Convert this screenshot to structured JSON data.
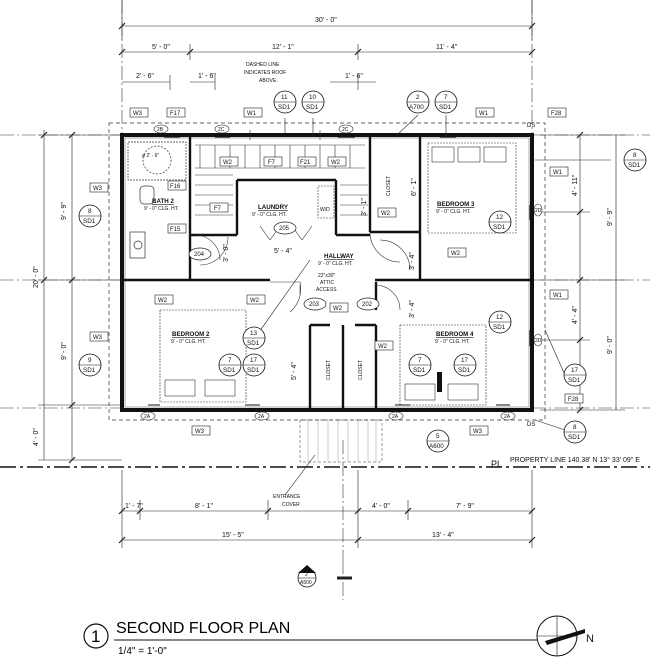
{
  "dims": {
    "overall_width": "30' - 0\"",
    "top_segments": [
      "5' - 0\"",
      "12' - 1\"",
      "11' - 4\""
    ],
    "small_26": "2' - 6\"",
    "small_16a": "1' - 6\"",
    "small_16b": "1' - 6\"",
    "left_99": "9' - 9\"",
    "left_200": "20' - 0\"",
    "left_90": "9' - 0\"",
    "left_40": "4' - 0\"",
    "right_411": "4' - 11\"",
    "right_99": "9' - 9\"",
    "right_44": "4' - 4\"",
    "right_90": "9' - 0\"",
    "bottom_17": "1' - 7\"",
    "bottom_81": "8' - 1\"",
    "bottom_40": "4' - 0\"",
    "bottom_79": "7' - 9\"",
    "bottom_155": "15' - 5\"",
    "bottom_134": "13' - 4\"",
    "int_61": "6' - 1\"",
    "int_30": "3' - 0\"",
    "int_31": "3' - 1\"",
    "int_54a": "5' - 4\"",
    "int_54b": "5' - 4\"",
    "int_34a": "3' - 4\"",
    "int_34b": "3' - 4\"",
    "bath_26": "ø 2' - 6\""
  },
  "notes": {
    "dashed_line": [
      "DASHED LINE",
      "INDICATES ROOF",
      "ABOVE."
    ],
    "entrance": [
      "ENTRANCE",
      "COVER"
    ],
    "attic": [
      "22\"x30\"",
      "ATTIC",
      "ACCESS"
    ],
    "property_line": "PROPERTY LINE  140.38'   N 13° 33' 09\" E",
    "wd": "W/D"
  },
  "rooms": {
    "laundry": {
      "name": "LAUNDRY",
      "ht": "9' - 0\" CLG. HT."
    },
    "bath2": {
      "name": "BATH 2",
      "ht": "9' - 0\" CLG. HT."
    },
    "bedroom3": {
      "name": "BEDROOM 3",
      "ht": "9' - 0\" CLG. HT."
    },
    "hallway": {
      "name": "HALLWAY",
      "ht": "9' - 0\" CLG. HT."
    },
    "bedroom2": {
      "name": "BEDROOM 2",
      "ht": "9' - 0\" CLG. HT."
    },
    "bedroom4": {
      "name": "BEDROOM 4",
      "ht": "9' - 0\" CLG. HT."
    },
    "closet": "CLOSET"
  },
  "doors": {
    "d204": "204",
    "d205": "205",
    "d203": "203",
    "d202": "202"
  },
  "tags": {
    "w1": "W1",
    "w2": "W2",
    "w3": "W3",
    "f7": "F7",
    "f15": "F15",
    "f16": "F16",
    "f17": "F17",
    "f21": "F21",
    "f28": "F28",
    "ds": "DS",
    "a2a": "2A",
    "a2b": "2B",
    "a2c": "2C",
    "a2d": "2D"
  },
  "bubbles": {
    "b11": [
      "11",
      "SD1"
    ],
    "b10": [
      "10",
      "SD1"
    ],
    "b2a700": [
      "2",
      "A700"
    ],
    "b7": [
      "7",
      "SD1"
    ],
    "b8": [
      "8",
      "SD1"
    ],
    "b12": [
      "12",
      "SD1"
    ],
    "b13": [
      "13",
      "SD1"
    ],
    "b17": [
      "17",
      "SD1"
    ],
    "b9": [
      "9",
      "SD1"
    ],
    "b5": [
      "5",
      "A600"
    ],
    "b2a500": [
      "2",
      "A500"
    ]
  },
  "title": {
    "number": "1",
    "name": "SECOND FLOOR PLAN",
    "scale": "1/4\" = 1'-0\""
  },
  "north": "N"
}
